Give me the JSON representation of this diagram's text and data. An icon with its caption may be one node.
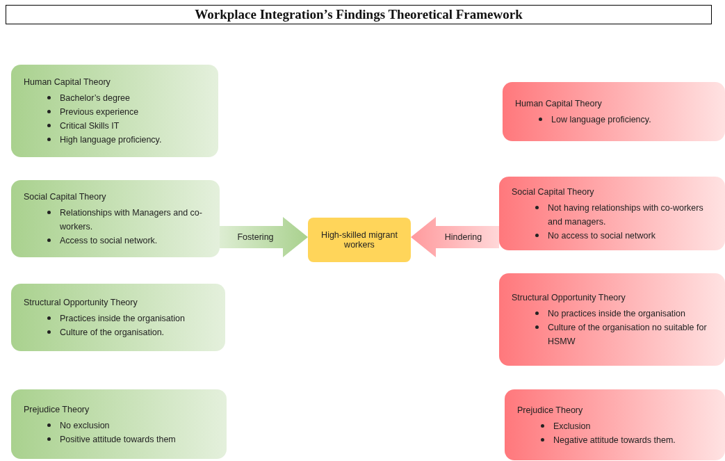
{
  "diagram": {
    "title": "Workplace Integration’s Findings Theoretical Framework",
    "nodes": [
      {
        "text": [
          "Human Capital Theory",
          "Bachelor’s degree",
          "Previous experience",
          "Critical Skills IT",
          "High language proficiency."
        ]
      },
      {
        "text": [
          "Human Capital Theory",
          "Low language proficiency."
        ]
      },
      {
        "text": [
          "Social Capital Theory",
          "Relationships with Managers and co-workers.",
          "Access to social network."
        ]
      },
      {
        "text": [
          "High-skilled migrant workers"
        ]
      },
      {
        "text": [
          "Social Capital Theory",
          "Not having relationships with co-workers and managers.",
          "No access to social network"
        ]
      },
      {
        "text": [
          "Structural Opportunity Theory",
          "Practices inside the organisation",
          "Culture of the organisation."
        ]
      },
      {
        "text": [
          "Structural Opportunity Theory",
          "No practices inside the organisation",
          "Culture of the organisation no suitable for HSMW"
        ]
      },
      {
        "text": [
          "Prejudice Theory",
          "No exclusion",
          "Positive attitude towards them"
        ]
      },
      {
        "text": [
          "Prejudice Theory",
          "Exclusion",
          "Negative attitude towards them."
        ]
      }
    ],
    "edges": [
      {
        "from": 2,
        "to": 3,
        "arrow": "to",
        "label": "Fostering",
        "style": "thick",
        "color": "#a9d18e"
      },
      {
        "from": 4,
        "to": 3,
        "arrow": "to",
        "label": "Hindering",
        "style": "thick",
        "color": "#ff9a9d"
      }
    ]
  }
}
